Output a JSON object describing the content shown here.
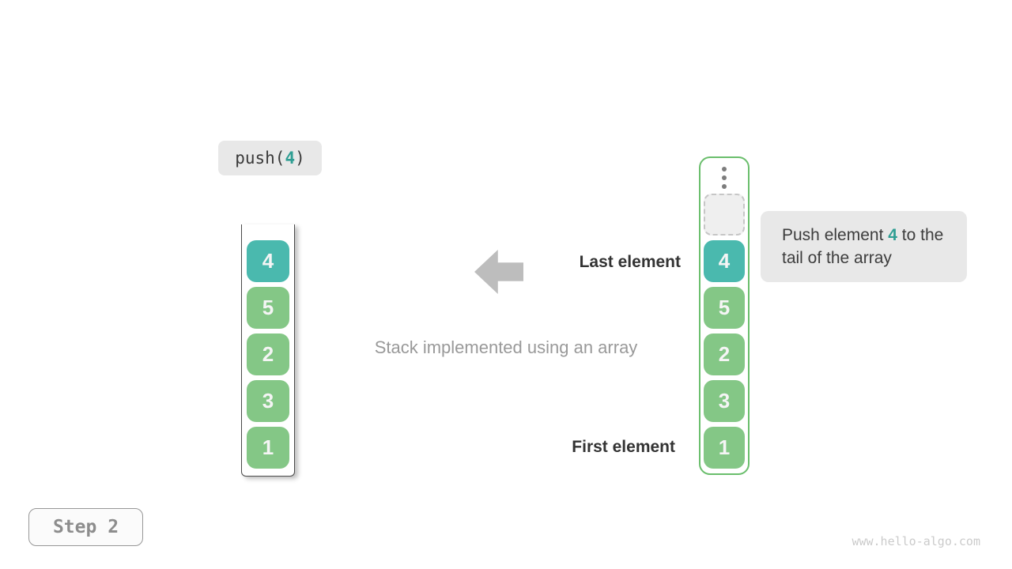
{
  "colors": {
    "teal": "#4ab9ae",
    "teal_text": "#2f9e93",
    "green": "#84c786",
    "green_border": "#6abe6c",
    "cell_text": "#f5f5f5",
    "label_bg": "#e8e8e8",
    "arrow_gray": "#bdbdbd",
    "caption_gray": "#999999",
    "dark_text": "#3a3a3a",
    "step_text": "#8d8d8d",
    "watermark": "#cbcbcb"
  },
  "operation": {
    "prefix": "push(",
    "arg": "4",
    "suffix": ")"
  },
  "stacks": {
    "plain": {
      "items": [
        {
          "value": "4",
          "variant": "teal"
        },
        {
          "value": "5",
          "variant": "green"
        },
        {
          "value": "2",
          "variant": "green"
        },
        {
          "value": "3",
          "variant": "green"
        },
        {
          "value": "1",
          "variant": "green"
        }
      ]
    },
    "annotated": {
      "ellipsis_icon": "vertical-dots-icon",
      "empty_slot": "dashed-empty-slot",
      "items": [
        {
          "value": "4",
          "variant": "teal"
        },
        {
          "value": "5",
          "variant": "green"
        },
        {
          "value": "2",
          "variant": "green"
        },
        {
          "value": "3",
          "variant": "green"
        },
        {
          "value": "1",
          "variant": "green"
        }
      ]
    }
  },
  "annotations": {
    "last_element": "Last element",
    "first_element": "First element",
    "caption": "Stack implemented using an array"
  },
  "bubble": {
    "before": "Push element ",
    "highlight": "4",
    "after": " to the tail of the array"
  },
  "step_badge": {
    "label": "Step 2"
  },
  "footer": {
    "url": "www.hello-algo.com"
  }
}
